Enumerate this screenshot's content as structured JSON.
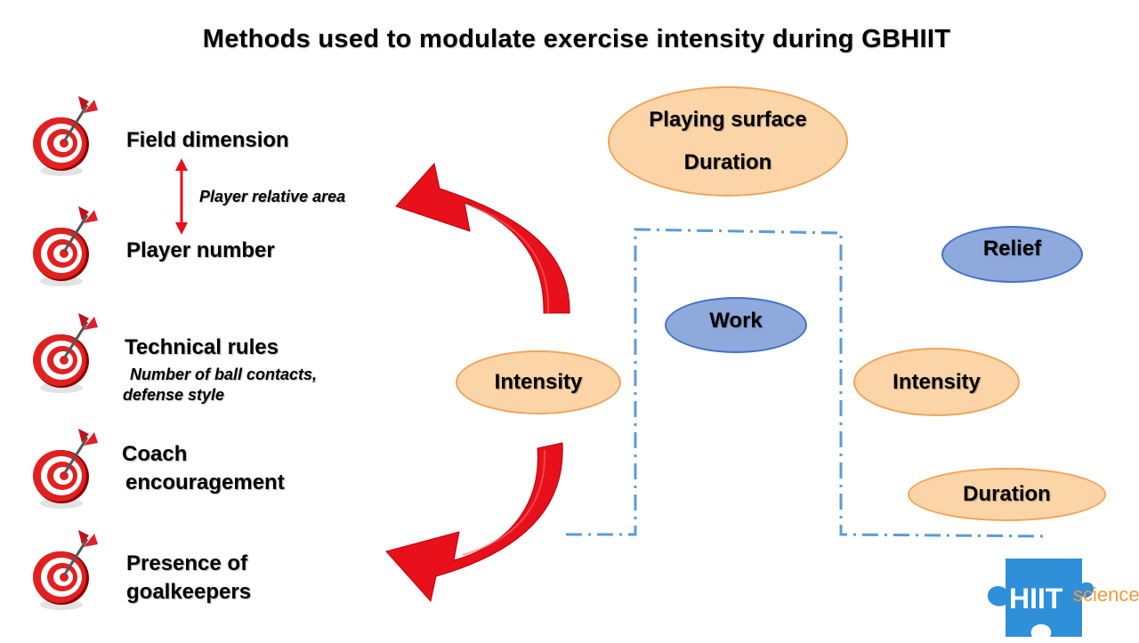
{
  "title": "Methods used to modulate exercise intensity during GBHIIT",
  "left_items": {
    "field_dimension": "Field dimension",
    "player_relative_area": "Player relative area",
    "player_number": "Player number",
    "technical_rules": "Technical rules",
    "technical_rules_sub_1": "Number of ball contacts,",
    "technical_rules_sub_2": "defense style",
    "coach_1": "Coach",
    "coach_2": "encouragement",
    "goalkeepers_1": "Presence of",
    "goalkeepers_2": "goalkeepers"
  },
  "ellipses": {
    "playing_surface": "Playing surface",
    "duration_top": "Duration",
    "relief": "Relief",
    "work": "Work",
    "intensity_left": "Intensity",
    "intensity_right": "Intensity",
    "duration_bottom": "Duration"
  },
  "logo": {
    "part1": "HIIT",
    "part2": "science"
  },
  "colors": {
    "orange_fill": "#fbd5a8",
    "orange_stroke": "#f0a45a",
    "blue_fill": "#8ea9db",
    "blue_stroke": "#4472c4",
    "arrow_red": "#e8101b",
    "dash_line": "#5b9bd5",
    "logo_blue": "#2f8fd8",
    "logo_orange": "#f39a3d"
  },
  "icons": [
    "dart-target-icon",
    "curved-arrow-icon",
    "double-arrow-icon",
    "puzzle-logo-icon"
  ]
}
